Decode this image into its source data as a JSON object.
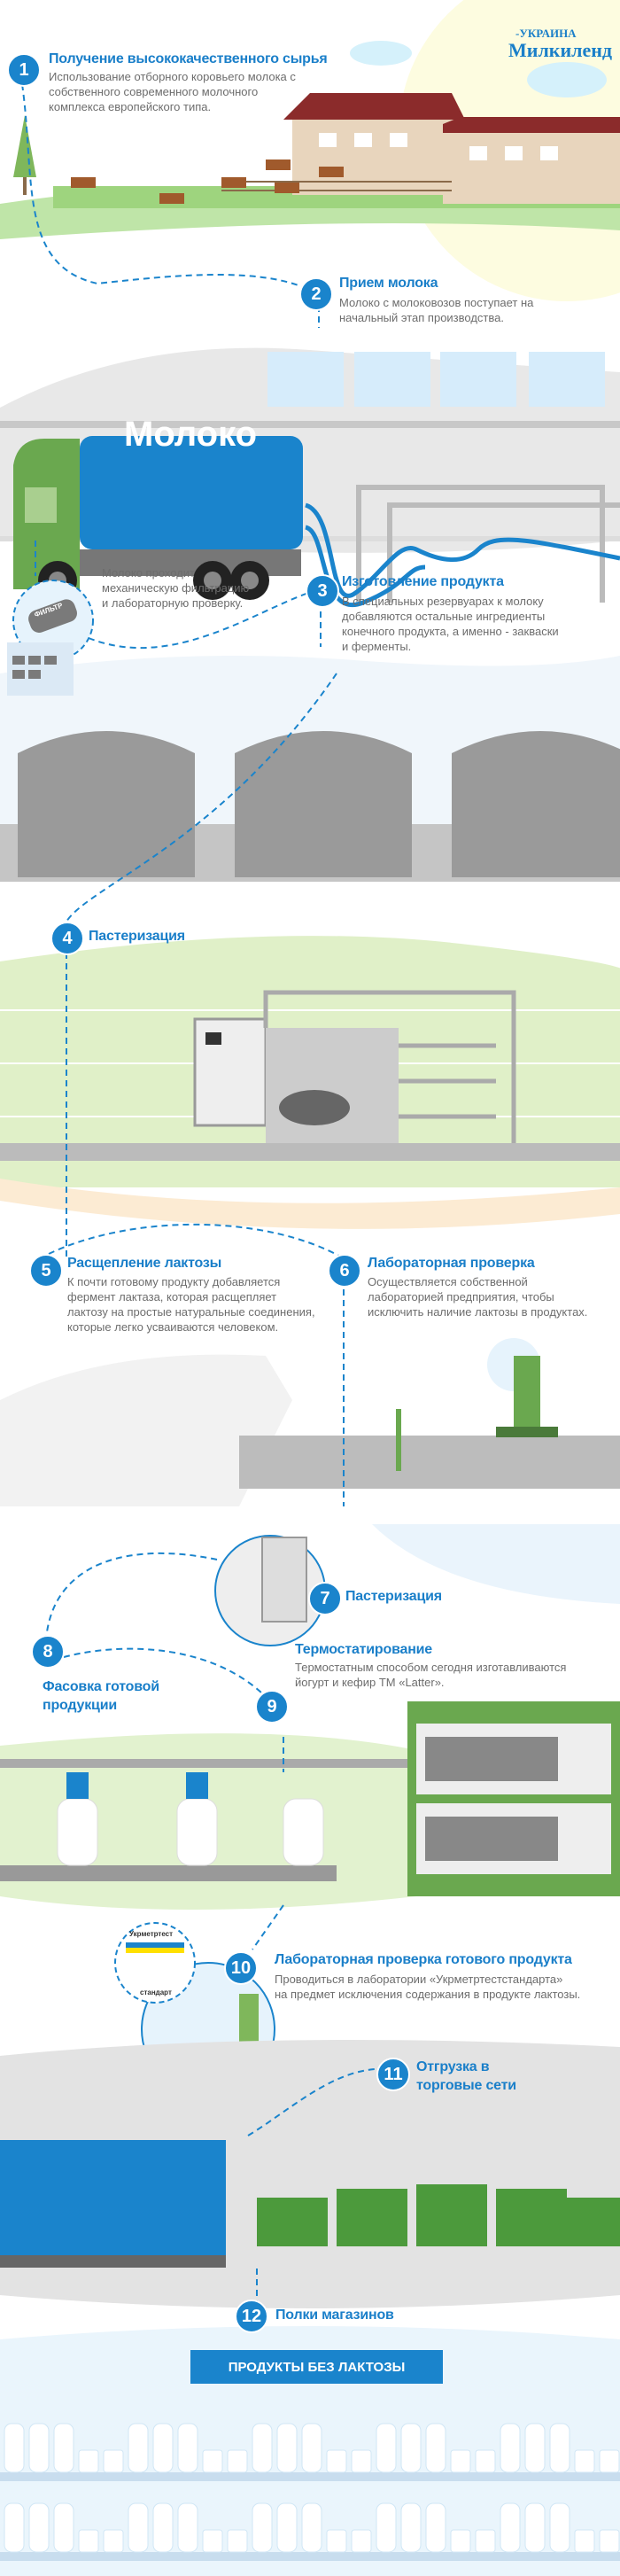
{
  "brand": {
    "prefix": "-УКРАИНА",
    "name": "Милкиленд"
  },
  "colors": {
    "accent": "#1a84cc",
    "grass": "#8fd070",
    "roof": "#8b2b2b",
    "truck_cab": "#6aa84f"
  },
  "steps": [
    {
      "num": "1",
      "title": "Получение высококачественного сырья",
      "text": [
        "Использование отборного коровьего молока с",
        "собственного современного молочного",
        "комплекса европейского типа."
      ]
    },
    {
      "num": "2",
      "title": "Прием молока",
      "text": [
        "Молоко с молоковозов поступает на",
        "начальный этап производства."
      ]
    },
    {
      "num": "3",
      "title": "Изготовление продукта",
      "text": [
        "В специальных резервуарах к молоку",
        "добавляются остальные ингредиенты",
        "конечного продукта, а именно - закваски",
        "и ферменты."
      ]
    },
    {
      "num": "4",
      "title": "Пастеризация"
    },
    {
      "num": "5",
      "title": "Расщепление лактозы",
      "text": [
        "К  почти готовому продукту добавляется",
        "фермент лактаза, которая расщепляет",
        "лактозу на простые натуральные соединения,",
        "которые легко усваиваются человеком."
      ]
    },
    {
      "num": "6",
      "title": "Лабораторная проверка",
      "text": [
        "Осуществляется собственной",
        "лабораторией предприятия, чтобы",
        "исключить наличие лактозы в продуктах."
      ]
    },
    {
      "num": "7",
      "title": "Пастеризация"
    },
    {
      "num": "8",
      "title": [
        "Фасовка готовой",
        "продукции"
      ]
    },
    {
      "num": "9",
      "title": "Термостатирование",
      "text": [
        "Термостатным способом сегодня изготавливаются",
        "йогурт и кефир ТМ «Latter»."
      ]
    },
    {
      "num": "10",
      "title": "Лабораторная проверка готового продукта",
      "text": [
        "Проводиться в лаборатории «Укрметртестстандарта»",
        "на предмет исключения содержания в продукте лактозы."
      ]
    },
    {
      "num": "11",
      "title": [
        "Отгрузка в",
        "торговые сети"
      ]
    },
    {
      "num": "12",
      "title": "Полки магазинов"
    }
  ],
  "truck_label": "Молоко",
  "filter": {
    "label": "ФИЛЬТР",
    "text": [
      "Молоко проходит",
      "механическую фильтрацию",
      "и лабораторную проверку."
    ]
  },
  "certificate": {
    "top": "Укрметртест",
    "bottom": "стандарт"
  },
  "banner": "ПРОДУКТЫ БЕЗ ЛАКТОЗЫ"
}
